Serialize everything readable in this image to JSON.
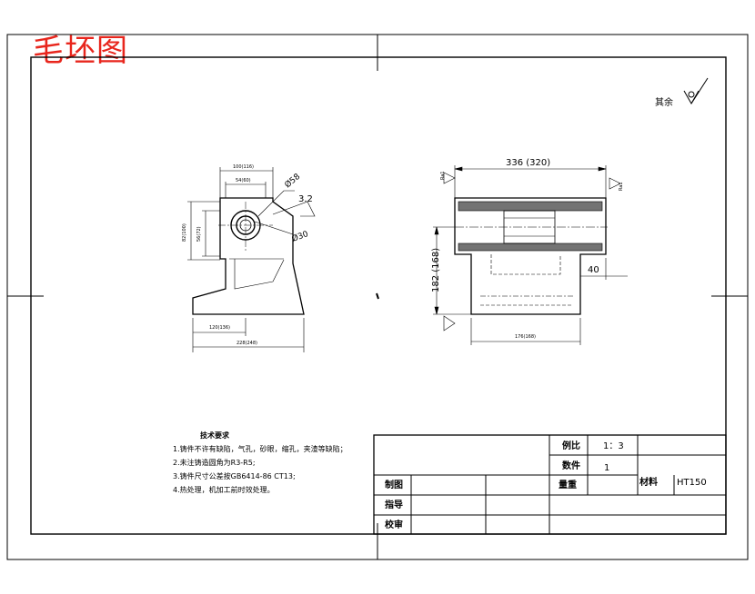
{
  "drawing": {
    "title": "毛坯图",
    "surface_note": "其余",
    "dimensions": {
      "front_width_top": "100(116)",
      "front_width_inner": "54(60)",
      "front_height_left": "82(100)",
      "front_height_inner": "56(72)",
      "front_bottom_inner": "120(136)",
      "front_bottom_total": "228(248)",
      "hole_outer": "Ø58",
      "hole_inner": "Ø30",
      "roughness": "3.2",
      "side_width": "336 (320)",
      "side_height": "182 (168)",
      "side_step": "40",
      "side_bottom": "176(168)",
      "datum_left": "Ra1",
      "datum_right": "Ra1"
    },
    "notes": {
      "heading": "技术要求",
      "items": [
        "1.铸件不许有缺陷，气孔，砂眼，缩孔，夹渣等缺陷；",
        "2.未注铸造圆角为R3-R5;",
        "3.铸件尺寸公差按GB6414-86  CT13;",
        "4.热处理，机加工前时效处理。"
      ]
    },
    "title_block": {
      "scale_label": "例比",
      "scale_value": "1：3",
      "qty_label": "数件",
      "qty_value": "1",
      "drawn_by": "制图",
      "guide": "指导",
      "review": "校审",
      "weight_label": "量重",
      "material_label": "材料",
      "material_value": "HT150"
    }
  }
}
